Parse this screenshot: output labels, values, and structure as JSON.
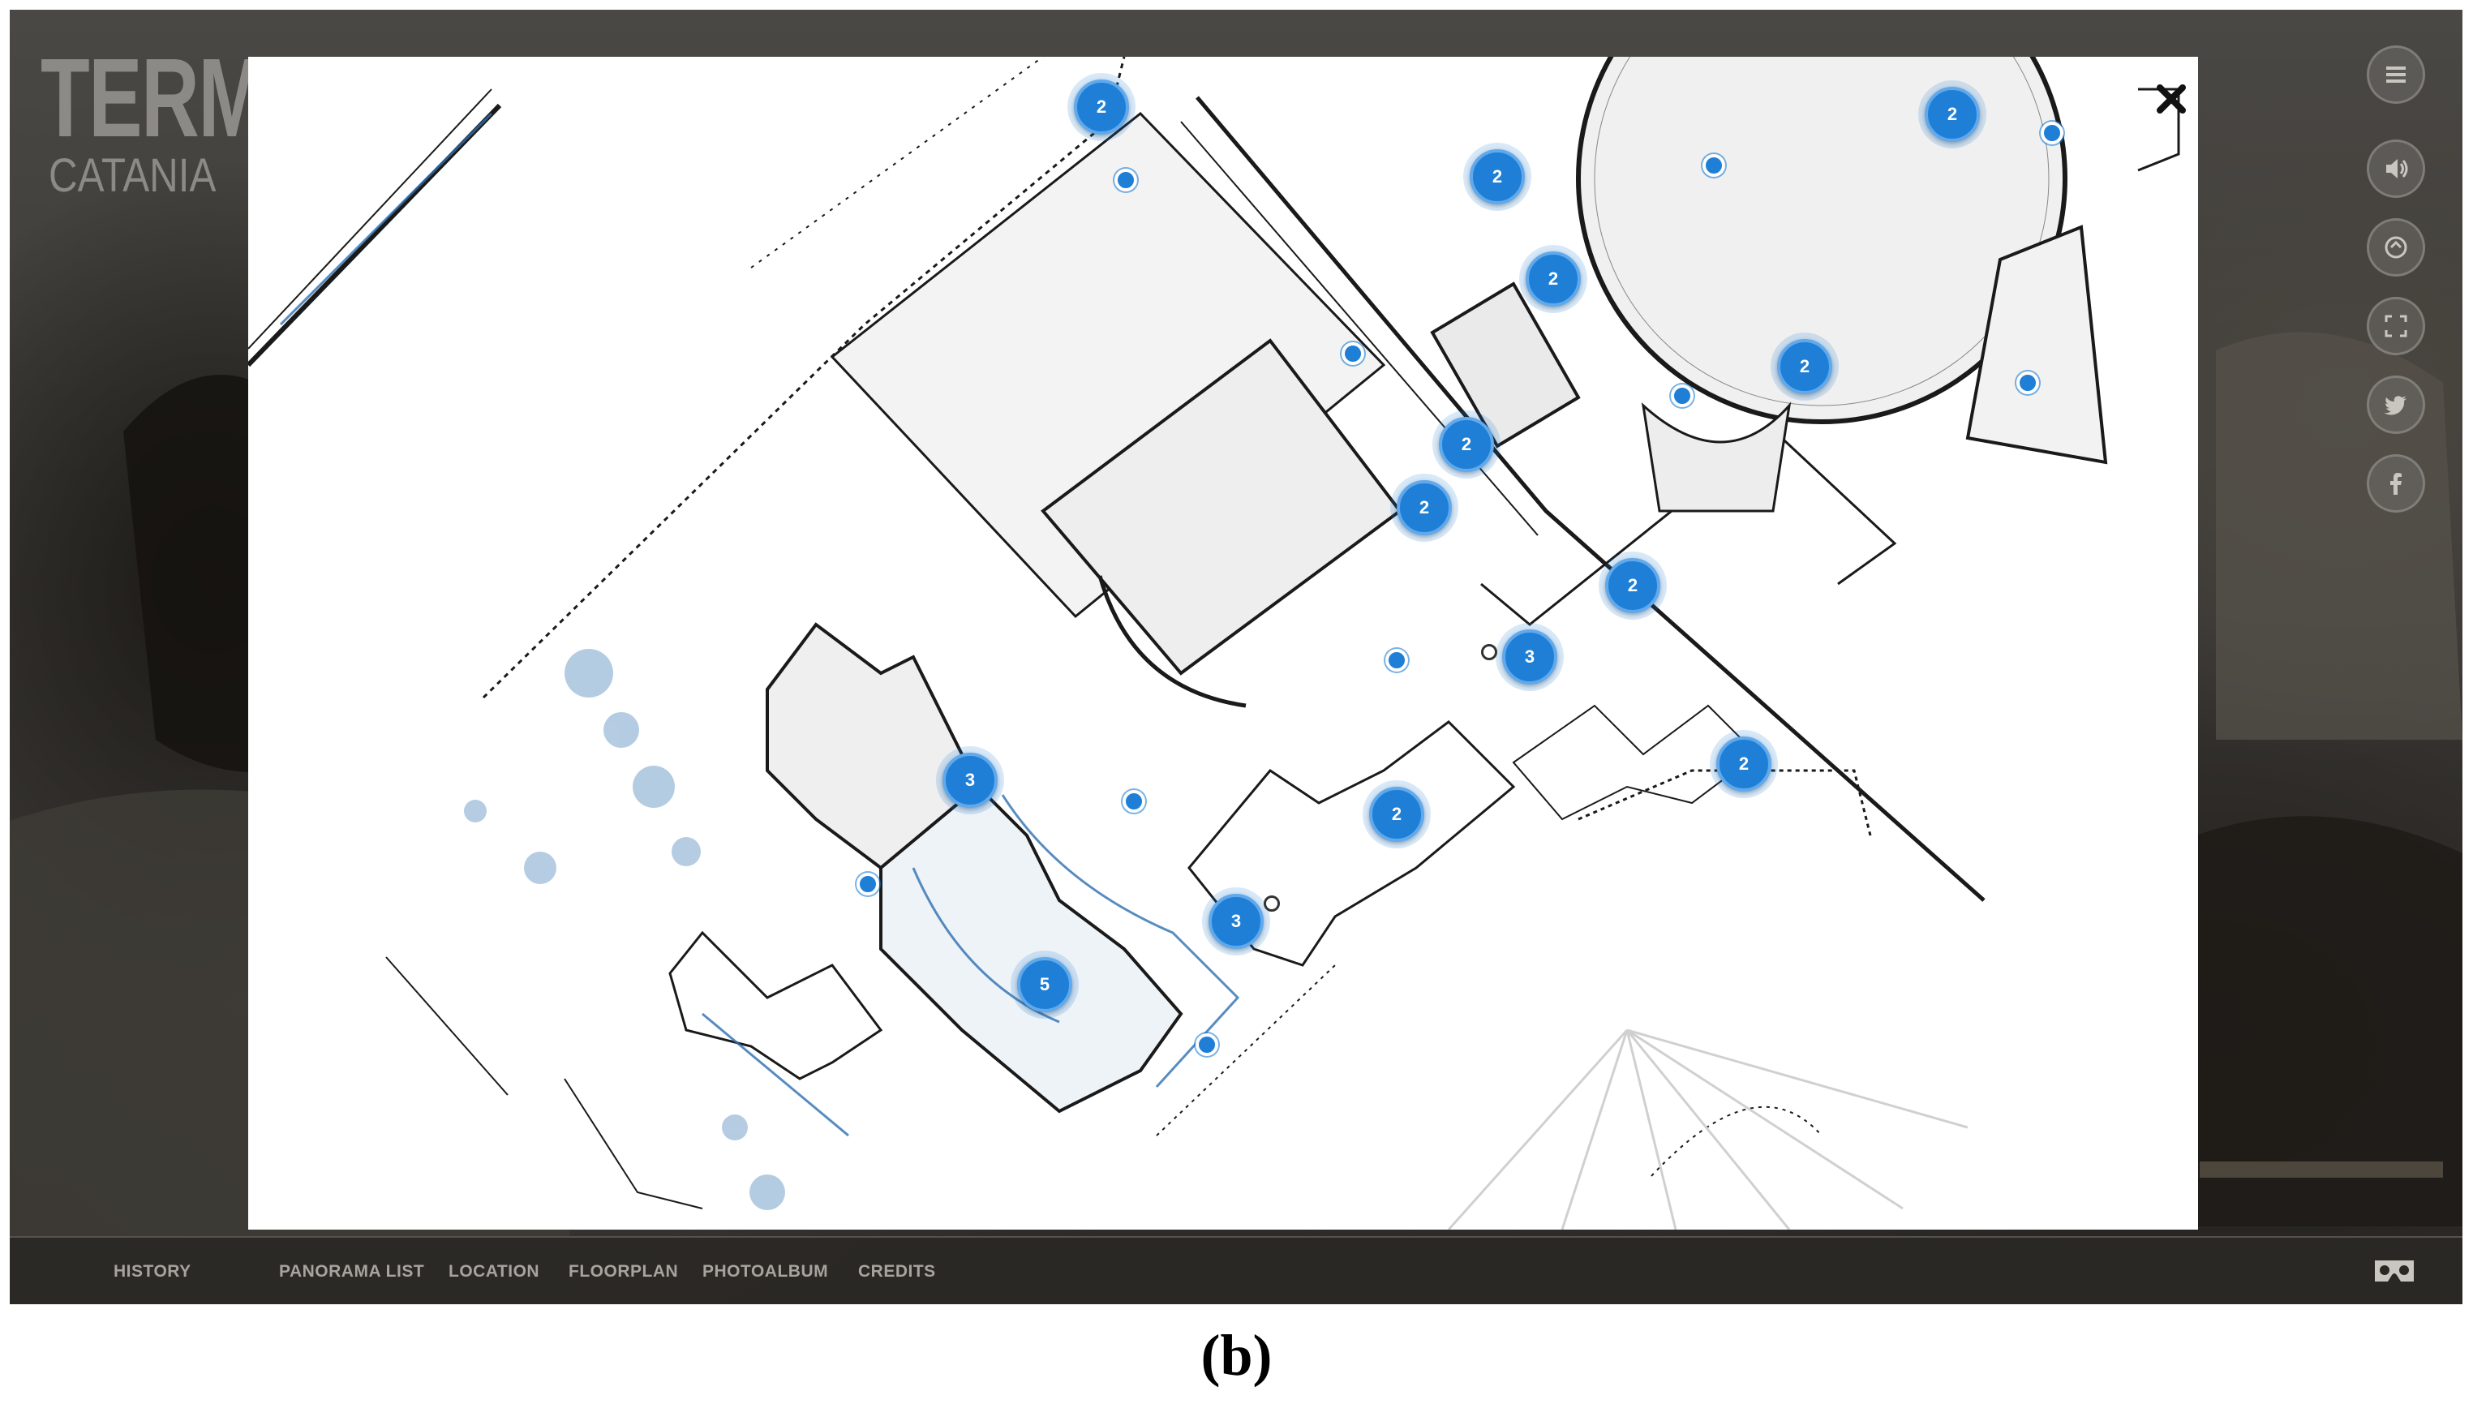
{
  "site": {
    "title": "TERME DELLA ROTONDA",
    "subtitle": "CATANIA"
  },
  "nav": {
    "items": [
      {
        "id": "history",
        "label": "HISTORY"
      },
      {
        "id": "panorama-list",
        "label": "PANORAMA LIST"
      },
      {
        "id": "location",
        "label": "LOCATION"
      },
      {
        "id": "floorplan",
        "label": "FLOORPLAN"
      },
      {
        "id": "photoalbum",
        "label": "PHOTOALBUM"
      },
      {
        "id": "credits",
        "label": "CREDITS"
      }
    ]
  },
  "side_controls": [
    {
      "name": "menu-icon"
    },
    {
      "name": "sound-icon"
    },
    {
      "name": "autorotate-icon"
    },
    {
      "name": "fullscreen-icon"
    },
    {
      "name": "twitter-icon"
    },
    {
      "name": "facebook-icon"
    }
  ],
  "floorplan_modal": {
    "close_icon": "close-icon",
    "cluster_markers": [
      {
        "count": "2"
      },
      {
        "count": "2"
      },
      {
        "count": "2"
      },
      {
        "count": "2"
      },
      {
        "count": "2"
      },
      {
        "count": "2"
      },
      {
        "count": "2"
      },
      {
        "count": "2"
      },
      {
        "count": "3"
      },
      {
        "count": "2"
      },
      {
        "count": "3"
      },
      {
        "count": "2"
      },
      {
        "count": "3"
      },
      {
        "count": "5"
      }
    ],
    "point_markers": 10
  },
  "vr_button": {
    "icon": "vr-headset-icon"
  },
  "colors": {
    "marker_blue": "#1f7fd6",
    "nav_text": "#a7a39d",
    "title_gray": "#8c8a86"
  },
  "caption": "(b)"
}
